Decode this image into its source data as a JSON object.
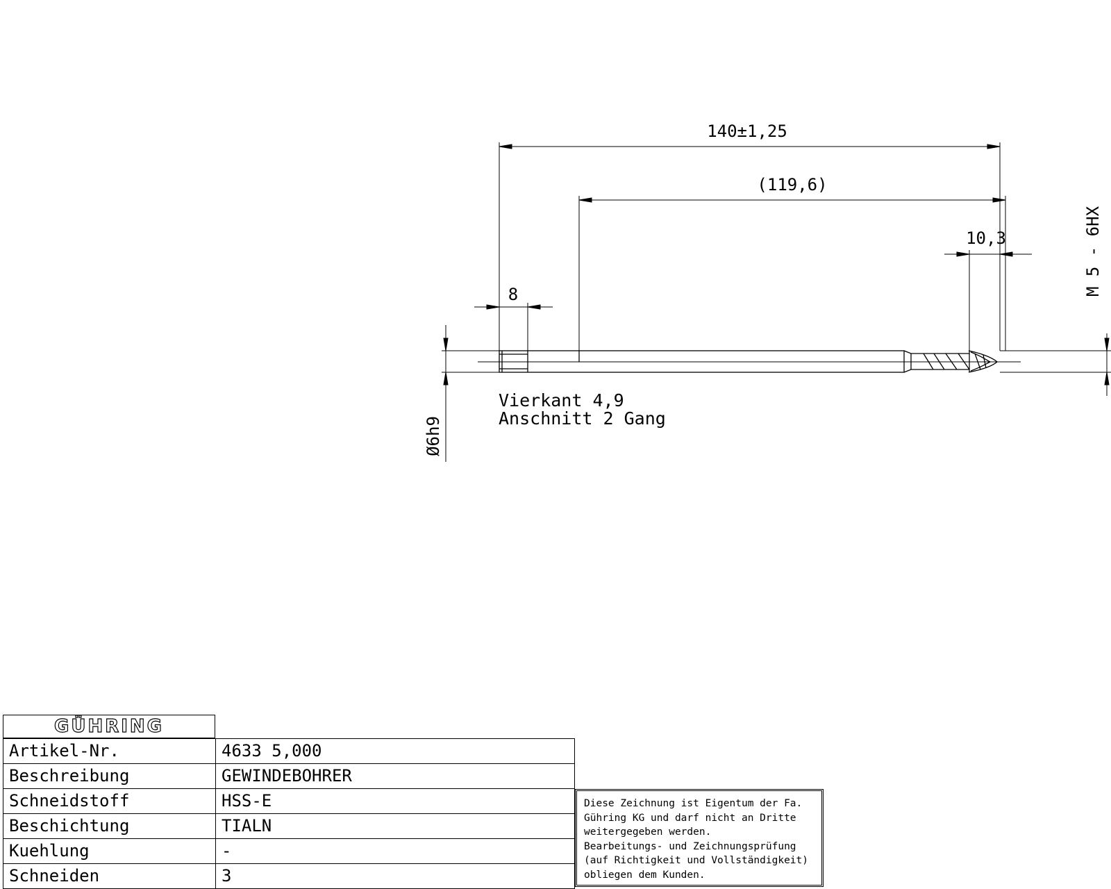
{
  "drawing": {
    "dimensions": {
      "total_length": "140±1,25",
      "flute_length": "(119,6)",
      "thread_length": "10,3",
      "square_length": "8",
      "shank_diameter": "Ø6h9",
      "thread_size": "M 5 - 6HX"
    },
    "notes": {
      "line1": "Vierkant 4,9",
      "line2": "Anschnitt 2 Gang"
    }
  },
  "title_block": {
    "logo": "GÜHRING",
    "rows": [
      {
        "label": "Artikel-Nr.",
        "value": "4633 5,000"
      },
      {
        "label": "Beschreibung",
        "value": "GEWINDEBOHRER"
      },
      {
        "label": "Schneidstoff",
        "value": "HSS-E"
      },
      {
        "label": "Beschichtung",
        "value": "TIALN"
      },
      {
        "label": "Kuehlung",
        "value": "-"
      },
      {
        "label": "Schneiden",
        "value": "3"
      }
    ]
  },
  "notice": {
    "lines": [
      "Diese Zeichnung ist Eigentum der Fa.",
      "Gühring KG und darf nicht an Dritte",
      "weitergegeben werden.",
      "Bearbeitungs- und Zeichnungsprüfung",
      "(auf Richtigkeit und Vollständigkeit)",
      "obliegen dem Kunden."
    ]
  }
}
